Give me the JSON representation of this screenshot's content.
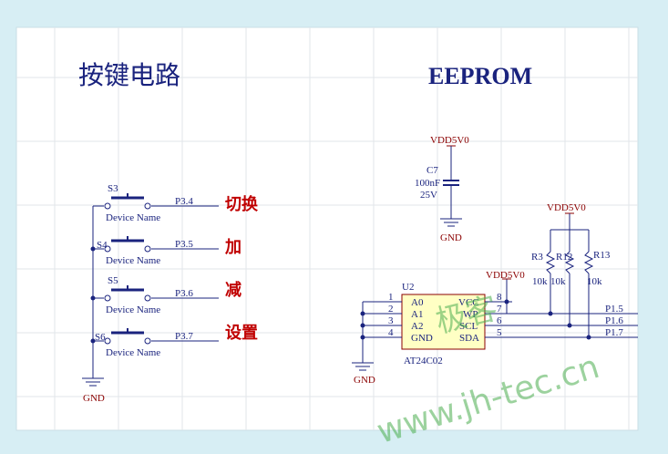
{
  "titles": {
    "left": "按键电路",
    "right": "EEPROM"
  },
  "buttons": [
    {
      "ref": "S3",
      "name": "Device Name",
      "net": "P3.4",
      "func": "切换"
    },
    {
      "ref": "S4",
      "name": "Device Name",
      "net": "P3.5",
      "func": "加"
    },
    {
      "ref": "S5",
      "name": "Device Name",
      "net": "P3.6",
      "func": "减"
    },
    {
      "ref": "S6",
      "name": "Device Name",
      "net": "P3.7",
      "func": "设置"
    }
  ],
  "gnd_label": "GND",
  "capacitor": {
    "power": "VDD5V0",
    "ref": "C7",
    "value": "100nF",
    "voltage": "25V",
    "gnd": "GND"
  },
  "pullups": {
    "power": "VDD5V0",
    "resistors": [
      {
        "ref": "R3",
        "value": "10k"
      },
      {
        "ref": "R12",
        "value": "10k"
      },
      {
        "ref": "R13",
        "value": "10k"
      }
    ]
  },
  "eeprom": {
    "ref": "U2",
    "part": "AT24C02",
    "power": "VDD5V0",
    "gnd": "GND",
    "left_pins": [
      {
        "num": "1",
        "name": "A0"
      },
      {
        "num": "2",
        "name": "A1"
      },
      {
        "num": "3",
        "name": "A2"
      },
      {
        "num": "4",
        "name": "GND"
      }
    ],
    "right_pins": [
      {
        "num": "8",
        "name": "VCC"
      },
      {
        "num": "7",
        "name": "WP"
      },
      {
        "num": "6",
        "name": "SCL"
      },
      {
        "num": "5",
        "name": "SDA"
      }
    ],
    "nets": [
      "P1.5",
      "P1.6",
      "P1.7"
    ]
  },
  "watermark": {
    "cn": "极客",
    "url": "www.jh-tec.cn"
  },
  "colors": {
    "wire": "#1a237e",
    "power": "#8b0000",
    "func_text": "#c00000",
    "watermark": "#4caf50"
  }
}
